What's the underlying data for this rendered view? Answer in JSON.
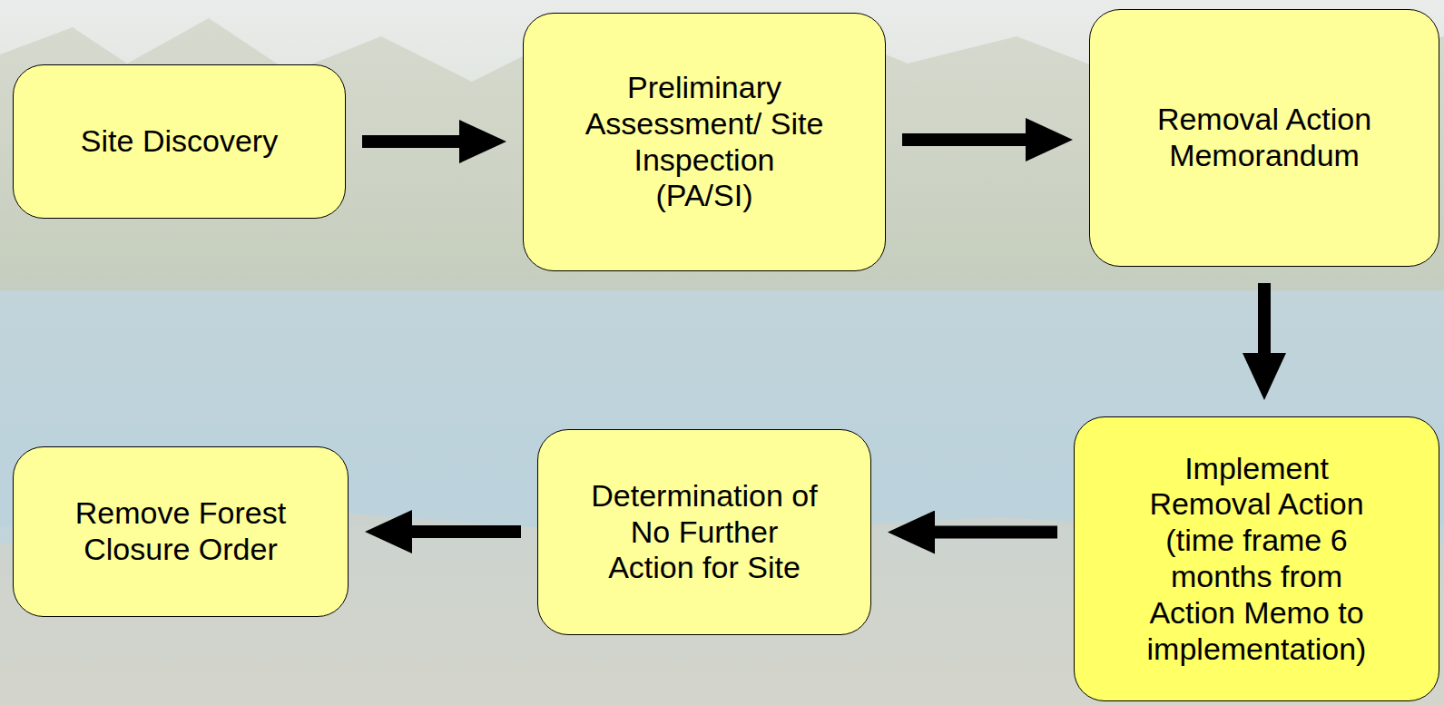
{
  "diagram": {
    "nodes": [
      {
        "text": [
          "Site Discovery"
        ]
      },
      {
        "text": [
          "Preliminary Assessment/ Site Inspection (PA/SI)"
        ]
      },
      {
        "text": [
          "Removal Action Memorandum"
        ]
      },
      {
        "text": [
          "Implement Removal Action (time frame 6 months from Action Memo to implementation)"
        ]
      },
      {
        "text": [
          "Determination of No Further Action for Site"
        ]
      },
      {
        "text": [
          "Remove Forest Closure Order"
        ]
      }
    ],
    "edges": [
      {
        "from": 0,
        "to": 1,
        "arrow": "to"
      },
      {
        "from": 1,
        "to": 2,
        "arrow": "to"
      },
      {
        "from": 2,
        "to": 3,
        "arrow": "to"
      },
      {
        "from": 3,
        "to": 4,
        "arrow": "to"
      },
      {
        "from": 4,
        "to": 5,
        "arrow": "to"
      }
    ]
  }
}
